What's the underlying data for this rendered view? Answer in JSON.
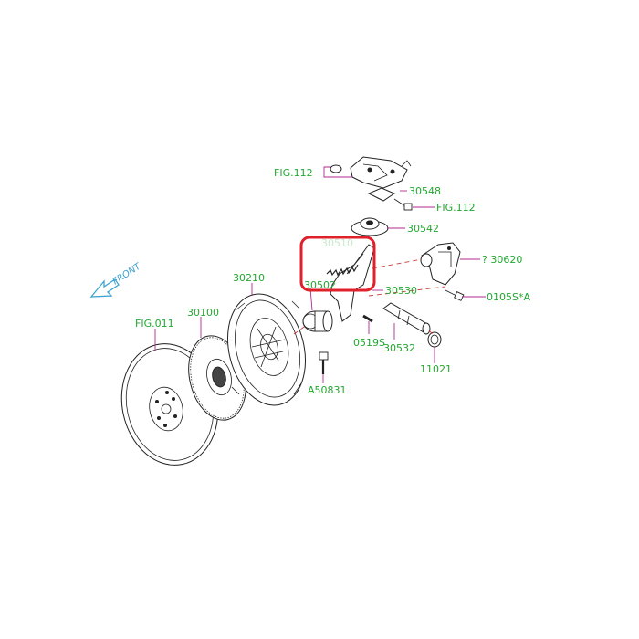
{
  "diagram": {
    "direction_label": "FRONT",
    "part_labels": {
      "fig112_top": "FIG.112",
      "p30548": "30548",
      "fig112_mid": "FIG.112",
      "p30542": "30542",
      "p30620": "? 30620",
      "p0105s": "0105S*A",
      "p30530": "30530",
      "p30502": "30502",
      "p0519s": "0519S",
      "p30532": "30532",
      "p11021": "11021",
      "p30210": "30210",
      "p30100": "30100",
      "fig011": "FIG.011",
      "pA50831": "A50831",
      "p30510": "30510"
    },
    "colors": {
      "label": "#22a830",
      "leader": "#b02a8e",
      "highlight": "#e0202a",
      "front_arrow": "#3fa3d0",
      "dashed_line": "#d23a3a"
    }
  }
}
